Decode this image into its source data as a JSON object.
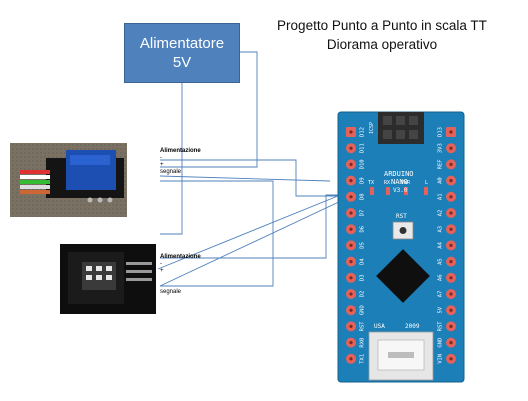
{
  "power_supply": {
    "line1": "Alimentatore",
    "line2": "5V"
  },
  "title": {
    "line1": "Progetto Punto a Punto in scala TT",
    "line2": "Diorama operativo"
  },
  "module_relay": {
    "heading": "Alimentazione",
    "minus": "-",
    "plus": "+",
    "signal": "segnale"
  },
  "module_sensor": {
    "heading": "Alimentazione",
    "minus": "-",
    "plus": "+",
    "signal": "segnale"
  },
  "board": {
    "name1": "ARDUINO",
    "name2": "NANO",
    "version": "V3.0",
    "icsp": "ICSP",
    "tx": "TX",
    "rx": "RX",
    "pwr": "PWR",
    "l": "L",
    "rst": "RST",
    "usa": "USA",
    "year": "2009",
    "left_pins": [
      "D12",
      "D11",
      "D10",
      "D9",
      "D8",
      "D7",
      "D6",
      "D5",
      "D4",
      "D3",
      "D2",
      "GND",
      "RST",
      "RX0",
      "TX1"
    ],
    "right_pins": [
      "D13",
      "3V3",
      "REF",
      "A0",
      "A1",
      "A2",
      "A3",
      "A4",
      "A5",
      "A6",
      "A7",
      "5V",
      "RST",
      "GND",
      "VIN"
    ],
    "colors": {
      "pcb": "#1c7fb8",
      "pad": "#e4625a"
    }
  }
}
